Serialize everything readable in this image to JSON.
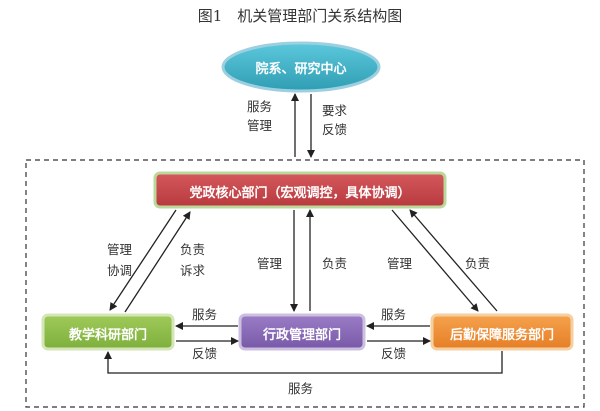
{
  "title": "图1　机关管理部门关系结构图",
  "nodes": {
    "top": "院系、研究中心",
    "core": "党政核心部门（宏观调控，具体协调）",
    "teach": "教学科研部门",
    "admin": "行政管理部门",
    "logistics": "后勤保障服务部门"
  },
  "edges": {
    "top_down": [
      "服务",
      "管理"
    ],
    "top_up": [
      "要求",
      "反馈"
    ],
    "core_teach_left": [
      "管理",
      "协调"
    ],
    "core_teach_right": [
      "负责",
      "诉求"
    ],
    "core_admin_left": "管理",
    "core_admin_right": "负责",
    "core_log_left": "管理",
    "core_log_right": "负责",
    "admin_teach_service": "服务",
    "admin_teach_feedback": "反馈",
    "log_admin_service": "服务",
    "log_admin_feedback": "反馈",
    "log_teach_bottom": "服务"
  },
  "colors": {
    "top_fill": "#3eb3c9",
    "core_fill": "#c9484d",
    "teach_fill": "#8fbf4a",
    "admin_fill": "#8a6ab8",
    "logistics_fill": "#f0923a"
  }
}
